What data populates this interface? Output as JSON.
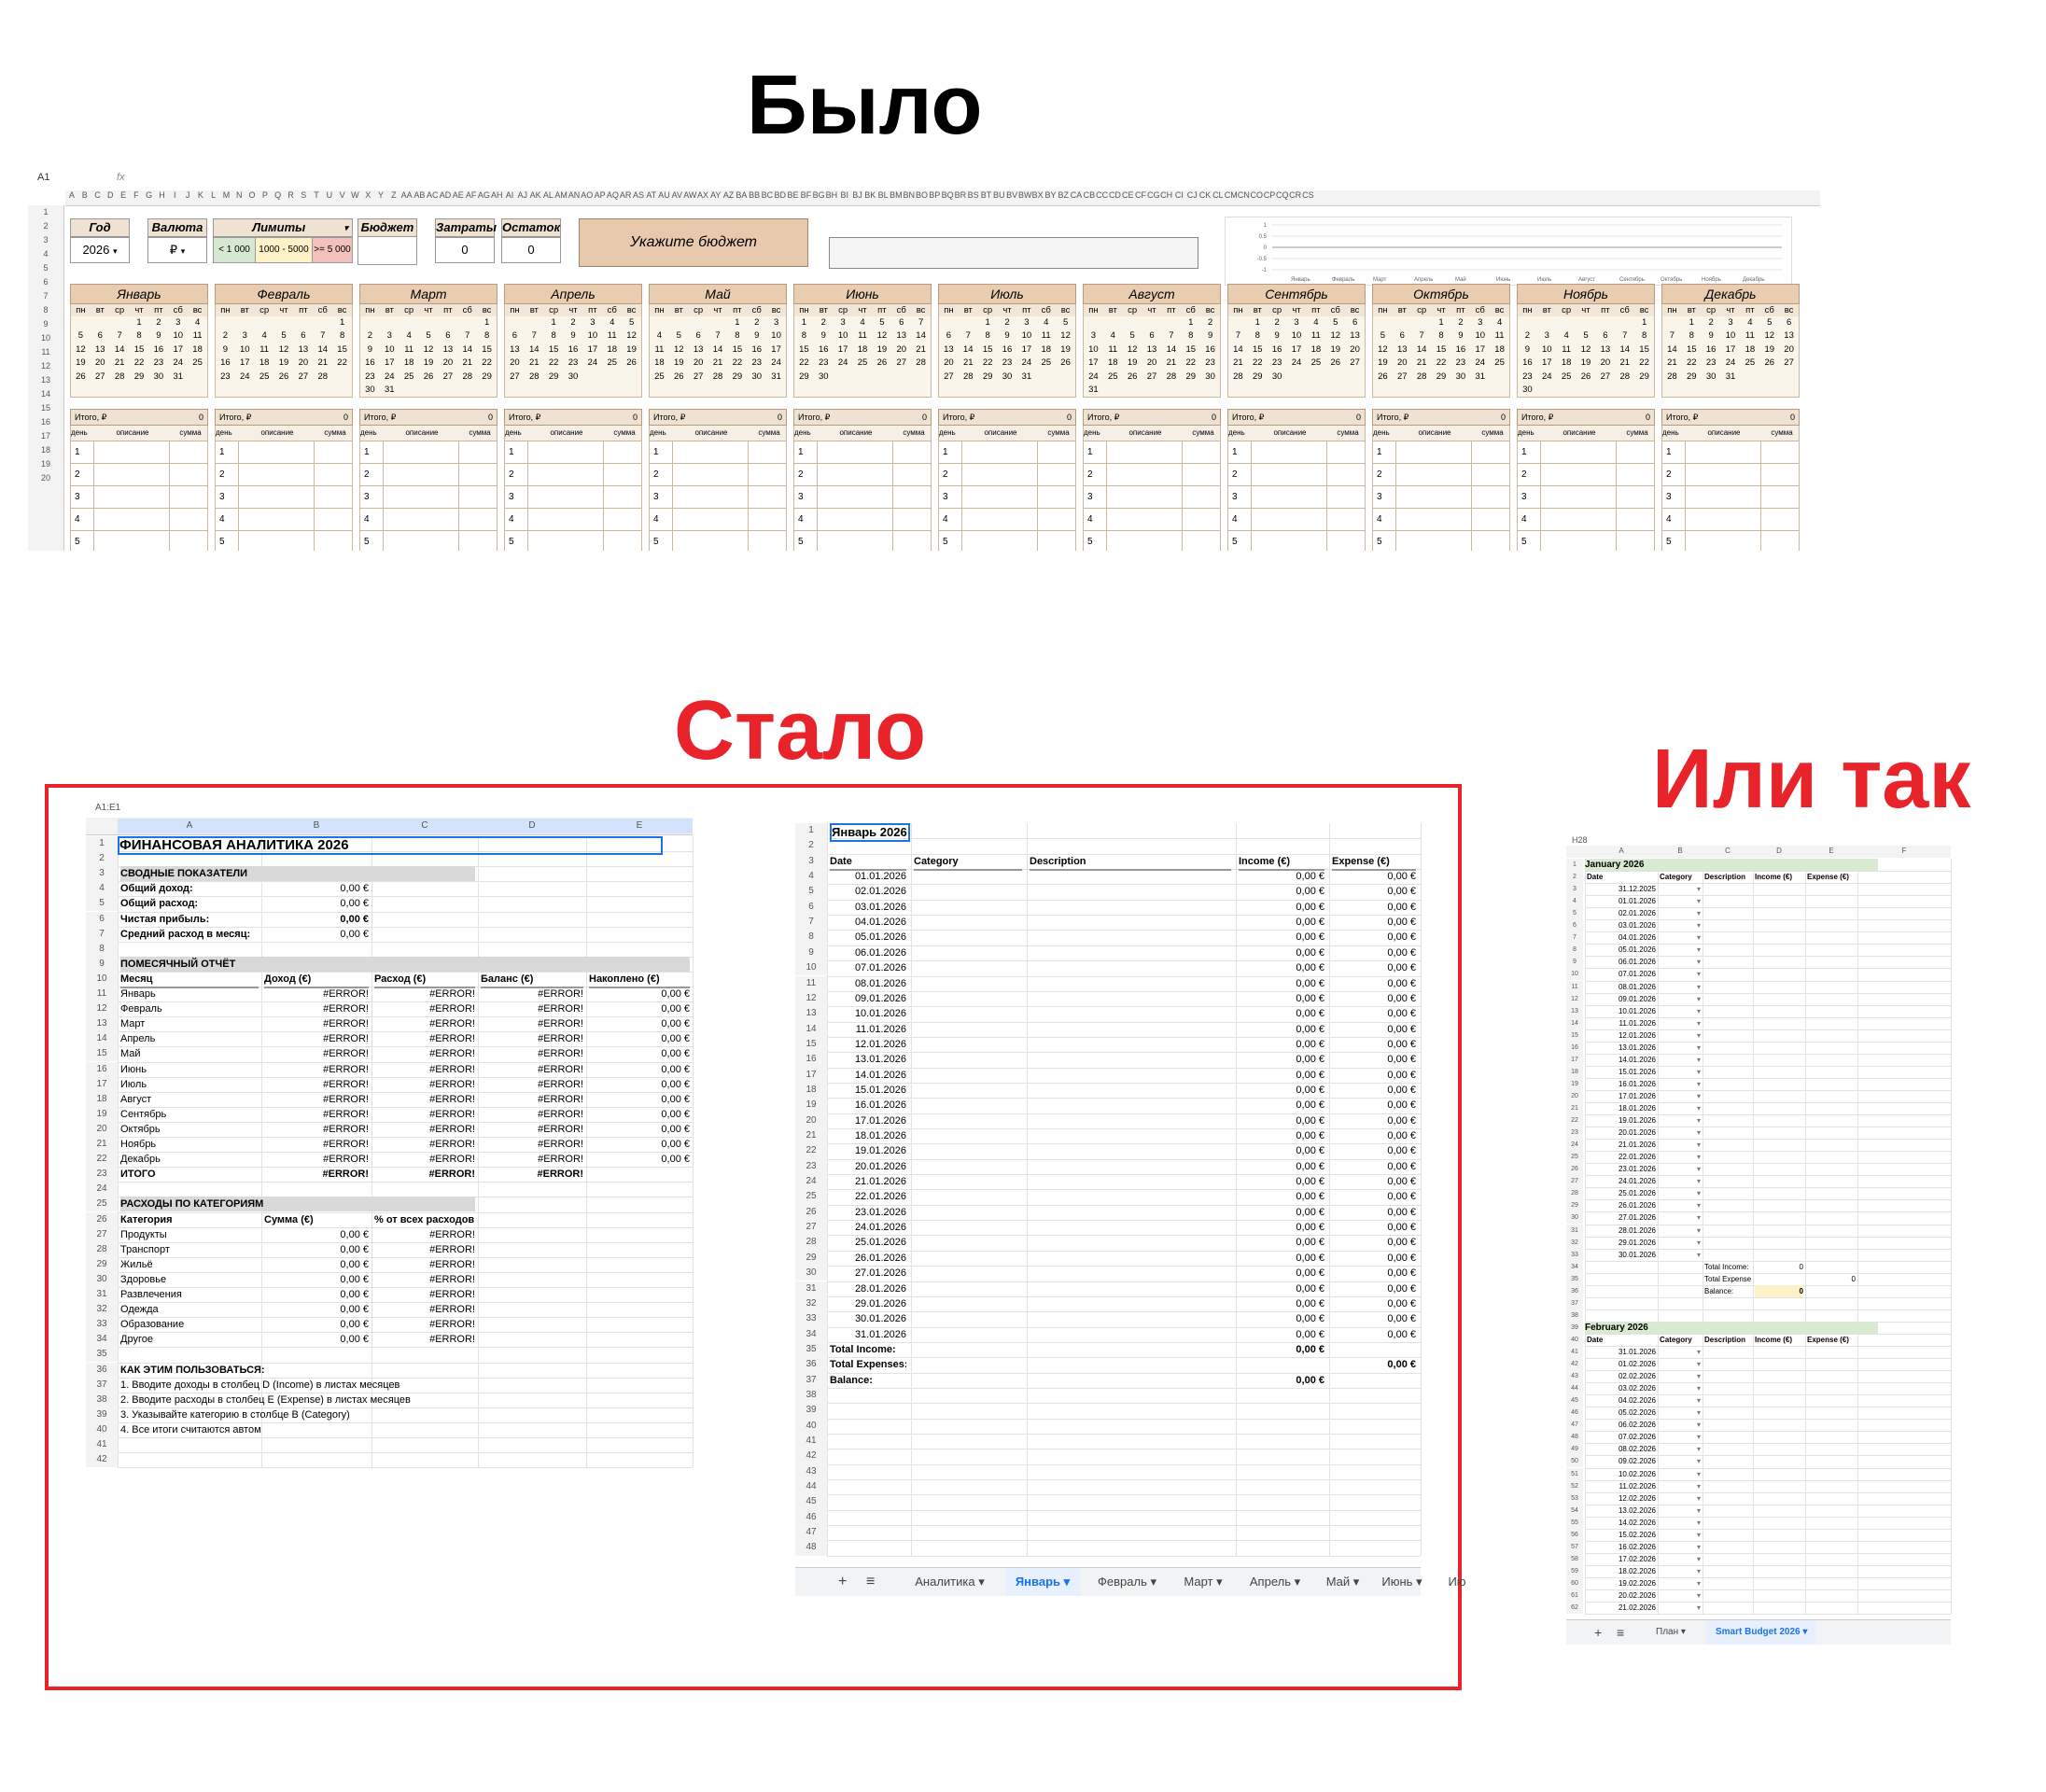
{
  "labels": {
    "before": "Было",
    "after": "Стало",
    "or": "Или так"
  },
  "colors": {
    "before_title": "#000000",
    "after_title": "#e8232a",
    "frame": "#e8232a"
  },
  "old_sheet": {
    "namebox": "A1",
    "fx": "fx",
    "col_letters": [
      "A",
      "B",
      "C",
      "D",
      "E",
      "F",
      "G",
      "H",
      "I",
      "J",
      "K",
      "L",
      "M",
      "N",
      "O",
      "P",
      "Q",
      "R",
      "S",
      "T",
      "U",
      "V",
      "W",
      "X",
      "Y",
      "Z",
      "AA",
      "AB",
      "AC",
      "AD",
      "AE",
      "AF",
      "AG",
      "AH",
      "AI",
      "AJ",
      "AK",
      "AL",
      "AM",
      "AN",
      "AO",
      "AP",
      "AQ",
      "AR",
      "AS",
      "AT",
      "AU",
      "AV",
      "AW",
      "AX",
      "AY",
      "AZ",
      "BA",
      "BB",
      "BC",
      "BD",
      "BE",
      "BF",
      "BG",
      "BH",
      "BI",
      "BJ",
      "BK",
      "BL",
      "BM",
      "BN",
      "BO",
      "BP",
      "BQ",
      "BR",
      "BS",
      "BT",
      "BU",
      "BV",
      "BW",
      "BX",
      "BY",
      "BZ",
      "CA",
      "CB",
      "CC",
      "CD",
      "CE",
      "CF",
      "CG",
      "CH",
      "CI",
      "CJ",
      "CK",
      "CL",
      "CM",
      "CN",
      "CO",
      "CP",
      "CQ",
      "CR",
      "CS"
    ],
    "row_numbers": [
      "1",
      "2",
      "3",
      "4",
      "5",
      "6",
      "7",
      "8",
      "9",
      "10",
      "11",
      "12",
      "13",
      "14",
      "15",
      "16",
      "17",
      "18",
      "19",
      "20"
    ],
    "year_label": "Год",
    "year_value": "2026",
    "currency_label": "Валюта",
    "currency_value": "₽",
    "limits_label": "Лимиты",
    "limit_low": "< 1 000",
    "limit_mid": "1000 - 5000",
    "limit_high": ">= 5 000",
    "budget_label": "Бюджет",
    "spent_label": "Затраты",
    "spent_value": "0",
    "rest_label": "Остаток",
    "rest_value": "0",
    "set_budget": "Укажите бюджет",
    "chart_months": [
      "Январь",
      "Февраль",
      "Март",
      "Апрель",
      "Май",
      "Июнь",
      "Июль",
      "Август",
      "Сентябрь",
      "Октябрь",
      "Ноябрь",
      "Декабрь"
    ],
    "chart_ticks": [
      "1",
      "0.5",
      "0",
      "-0.5",
      "-1"
    ],
    "weekdays": [
      "пн",
      "вт",
      "ср",
      "чт",
      "пт",
      "сб",
      "вс"
    ],
    "total_label": "Итого, ₽",
    "total_value": "0",
    "entry_headers": [
      "день",
      "описание",
      "сумма"
    ],
    "entry_days": [
      "1",
      "2",
      "3",
      "4",
      "5"
    ],
    "months": [
      {
        "name": "Январь",
        "start": 3,
        "days": 31
      },
      {
        "name": "Февраль",
        "start": 6,
        "days": 28
      },
      {
        "name": "Март",
        "start": 6,
        "days": 31
      },
      {
        "name": "Апрель",
        "start": 2,
        "days": 30
      },
      {
        "name": "Май",
        "start": 4,
        "days": 31
      },
      {
        "name": "Июнь",
        "start": 0,
        "days": 30
      },
      {
        "name": "Июль",
        "start": 2,
        "days": 31
      },
      {
        "name": "Август",
        "start": 5,
        "days": 31
      },
      {
        "name": "Сентябрь",
        "start": 1,
        "days": 30
      },
      {
        "name": "Октябрь",
        "start": 3,
        "days": 31
      },
      {
        "name": "Ноябрь",
        "start": 6,
        "days": 30
      },
      {
        "name": "Декабрь",
        "start": 1,
        "days": 31
      }
    ]
  },
  "analytics_sheet": {
    "namebox": "A1:E1",
    "col_letters": [
      "A",
      "B",
      "C",
      "D",
      "E"
    ],
    "title": "ФИНАНСОВАЯ АНАЛИТИКА 2026",
    "summary_header": "СВОДНЫЕ ПОКАЗАТЕЛИ",
    "summary": [
      {
        "label": "Общий доход:",
        "value": "0,00 €"
      },
      {
        "label": "Общий расход:",
        "value": "0,00 €"
      },
      {
        "label": "Чистая прибыль:",
        "value": "0,00 €"
      },
      {
        "label": "Средний расход в месяц:",
        "value": "0,00 €"
      }
    ],
    "monthly_header": "ПОМЕСЯЧНЫЙ ОТЧЁТ",
    "monthly_columns": [
      "Месяц",
      "Доход (€)",
      "Расход (€)",
      "Баланс (€)",
      "Накоплено (€)"
    ],
    "monthly_rows": [
      [
        "Январь",
        "#ERROR!",
        "#ERROR!",
        "#ERROR!",
        "0,00 €"
      ],
      [
        "Февраль",
        "#ERROR!",
        "#ERROR!",
        "#ERROR!",
        "0,00 €"
      ],
      [
        "Март",
        "#ERROR!",
        "#ERROR!",
        "#ERROR!",
        "0,00 €"
      ],
      [
        "Апрель",
        "#ERROR!",
        "#ERROR!",
        "#ERROR!",
        "0,00 €"
      ],
      [
        "Май",
        "#ERROR!",
        "#ERROR!",
        "#ERROR!",
        "0,00 €"
      ],
      [
        "Июнь",
        "#ERROR!",
        "#ERROR!",
        "#ERROR!",
        "0,00 €"
      ],
      [
        "Июль",
        "#ERROR!",
        "#ERROR!",
        "#ERROR!",
        "0,00 €"
      ],
      [
        "Август",
        "#ERROR!",
        "#ERROR!",
        "#ERROR!",
        "0,00 €"
      ],
      [
        "Сентябрь",
        "#ERROR!",
        "#ERROR!",
        "#ERROR!",
        "0,00 €"
      ],
      [
        "Октябрь",
        "#ERROR!",
        "#ERROR!",
        "#ERROR!",
        "0,00 €"
      ],
      [
        "Ноябрь",
        "#ERROR!",
        "#ERROR!",
        "#ERROR!",
        "0,00 €"
      ],
      [
        "Декабрь",
        "#ERROR!",
        "#ERROR!",
        "#ERROR!",
        "0,00 €"
      ],
      [
        "ИТОГО",
        "#ERROR!",
        "#ERROR!",
        "#ERROR!",
        ""
      ]
    ],
    "category_header": "РАСХОДЫ ПО КАТЕГОРИЯМ",
    "category_columns": [
      "Категория",
      "Сумма (€)",
      "% от всех расходов"
    ],
    "category_rows": [
      [
        "Продукты",
        "0,00 €",
        "#ERROR!"
      ],
      [
        "Транспорт",
        "0,00 €",
        "#ERROR!"
      ],
      [
        "Жильё",
        "0,00 €",
        "#ERROR!"
      ],
      [
        "Здоровье",
        "0,00 €",
        "#ERROR!"
      ],
      [
        "Развлечения",
        "0,00 €",
        "#ERROR!"
      ],
      [
        "Одежда",
        "0,00 €",
        "#ERROR!"
      ],
      [
        "Образование",
        "0,00 €",
        "#ERROR!"
      ],
      [
        "Другое",
        "0,00 €",
        "#ERROR!"
      ]
    ],
    "howto_header": "КАК ЭТИМ ПОЛЬЗОВАТЬСЯ:",
    "howto": [
      "1. Вводите доходы в столбец D (Income) в листах месяцев",
      "2. Вводите расходы в столбец E (Expense) в листах месяцев",
      "3. Указывайте категорию в столбце B (Category)",
      "4. Все итоги считаются автом"
    ]
  },
  "month_sheet": {
    "title": "Январь 2026",
    "columns": [
      "Date",
      "Category",
      "Description",
      "Income (€)",
      "Expense (€)"
    ],
    "dates": [
      "01.01.2026",
      "02.01.2026",
      "03.01.2026",
      "04.01.2026",
      "05.01.2026",
      "06.01.2026",
      "07.01.2026",
      "08.01.2026",
      "09.01.2026",
      "10.01.2026",
      "11.01.2026",
      "12.01.2026",
      "13.01.2026",
      "14.01.2026",
      "15.01.2026",
      "16.01.2026",
      "17.01.2026",
      "18.01.2026",
      "19.01.2026",
      "20.01.2026",
      "21.01.2026",
      "22.01.2026",
      "23.01.2026",
      "24.01.2026",
      "25.01.2026",
      "26.01.2026",
      "27.01.2026",
      "28.01.2026",
      "29.01.2026",
      "30.01.2026",
      "31.01.2026"
    ],
    "zero": "0,00 €",
    "total_income_label": "Total Income:",
    "total_expenses_label": "Total Expenses:",
    "balance_label": "Balance:",
    "total_income": "0,00 €",
    "total_expenses": "0,00 €",
    "balance": "0,00 €",
    "tabs": [
      "Аналитика",
      "Январь",
      "Февраль",
      "Март",
      "Апрель",
      "Май",
      "Июнь",
      "Ию"
    ]
  },
  "smart_sheet": {
    "namebox": "H28",
    "col_letters": [
      "A",
      "B",
      "C",
      "D",
      "E",
      "F"
    ],
    "jan_title": "January 2026",
    "feb_title": "February 2026",
    "columns": [
      "Date",
      "Category",
      "Description",
      "Income (€)",
      "Expense (€)"
    ],
    "jan_dates": [
      "31.12.2025",
      "01.01.2026",
      "02.01.2026",
      "03.01.2026",
      "04.01.2026",
      "05.01.2026",
      "06.01.2026",
      "07.01.2026",
      "08.01.2026",
      "09.01.2026",
      "10.01.2026",
      "11.01.2026",
      "12.01.2026",
      "13.01.2026",
      "14.01.2026",
      "15.01.2026",
      "16.01.2026",
      "17.01.2026",
      "18.01.2026",
      "19.01.2026",
      "20.01.2026",
      "21.01.2026",
      "22.01.2026",
      "23.01.2026",
      "24.01.2026",
      "25.01.2026",
      "26.01.2026",
      "27.01.2026",
      "28.01.2026",
      "29.01.2026",
      "30.01.2026"
    ],
    "feb_dates": [
      "31.01.2026",
      "01.02.2026",
      "02.02.2026",
      "03.02.2026",
      "04.02.2026",
      "05.02.2026",
      "06.02.2026",
      "07.02.2026",
      "08.02.2026",
      "09.02.2026",
      "10.02.2026",
      "11.02.2026",
      "12.02.2026",
      "13.02.2026",
      "14.02.2026",
      "15.02.2026",
      "16.02.2026",
      "17.02.2026",
      "18.02.2026",
      "19.02.2026",
      "20.02.2026",
      "21.02.2026"
    ],
    "total_income_label": "Total Income:",
    "total_expenses_label": "Total Expenses:",
    "balance_label": "Balance:",
    "total_income": "0",
    "total_expenses": "0",
    "balance": "0",
    "tabs": [
      "План",
      "Smart Budget 2026"
    ]
  }
}
